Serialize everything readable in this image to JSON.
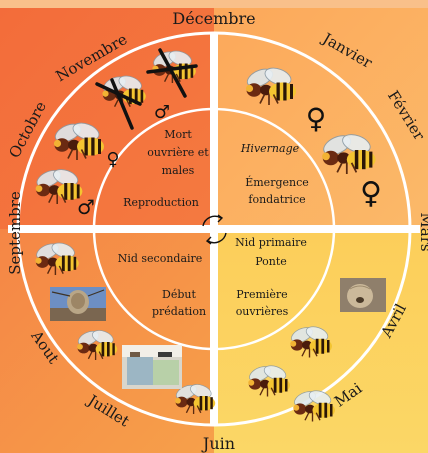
{
  "months": {
    "decembre": "Décembre",
    "janvier": "Janvier",
    "fevrier": "Février",
    "mars": "Mars",
    "avril": "Avril",
    "mai": "Mai",
    "juin": "Juin",
    "juillet": "Juillet",
    "aout": "Aout",
    "septembre": "Septembre",
    "octobre": "Octobre",
    "novembre": "Novembre"
  },
  "phases": {
    "mort_line1": "Mort",
    "mort_line2": "ouvrière et",
    "mort_line3": "males",
    "reproduction": "Reproduction",
    "hivernage": "Hivernage",
    "emergence_line1": "Émergence",
    "emergence_line2": "fondatrice",
    "nid_secondaire": "Nid secondaire",
    "debut_line1": "Début",
    "debut_line2": "prédation",
    "nid_primaire": "Nid primaire",
    "ponte": "Ponte",
    "premieres_line1": "Première",
    "premieres_line2": "ouvrières"
  },
  "symbols": {
    "female": "♀",
    "male": "♂"
  },
  "colors": {
    "top_left": "#f26f3c",
    "top_right": "#fbae5c",
    "bottom_left": "#f58a45",
    "bottom_right": "#fbd25a",
    "ring": "#ffffff",
    "cycle_arrows": "#111111"
  },
  "icons": [
    "hornet-icon",
    "nest-photo",
    "trap-photo",
    "cross-mark-icon",
    "cycle-arrows-icon"
  ]
}
